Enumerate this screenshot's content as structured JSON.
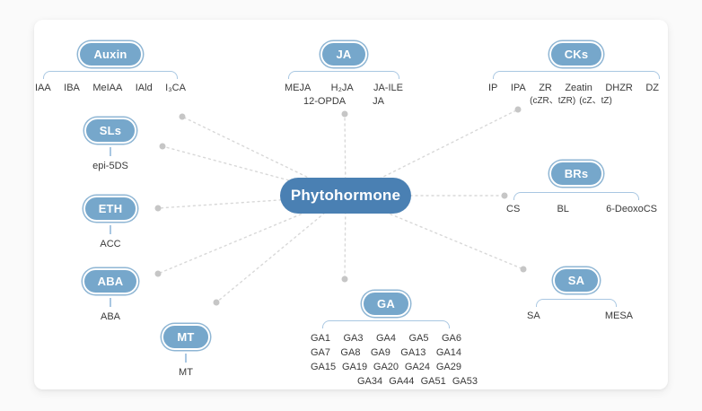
{
  "center": {
    "label": "Phytohormone"
  },
  "colors": {
    "page_bg": "#fafafa",
    "card_bg": "#ffffff",
    "center_fill": "#4a80b3",
    "badge_fill": "#76a7cb",
    "badge_ring": "#8fb6d4",
    "badge_text": "#ffffff",
    "bracket": "#a9c7e2",
    "connector": "#d8d8d8",
    "connector_dot": "#c6c6c6",
    "item_text": "#3a3a3a"
  },
  "groups": {
    "auxin": {
      "label": "Auxin",
      "items": [
        "IAA",
        "IBA",
        "MeIAA",
        "IAld",
        "I₃CA"
      ]
    },
    "ja": {
      "label": "JA",
      "row1": [
        "MEJA",
        "H₂JA",
        "JA-ILE"
      ],
      "row2": [
        "12-OPDA",
        "JA"
      ]
    },
    "cks": {
      "label": "CKs",
      "items": [
        {
          "label": "IP"
        },
        {
          "label": "IPA"
        },
        {
          "label": "ZR",
          "sub": "(cZR、tZR)"
        },
        {
          "label": "Zeatin",
          "sub": "(cZ、tZ)"
        },
        {
          "label": "DHZR"
        },
        {
          "label": "DZ"
        }
      ]
    },
    "sls": {
      "label": "SLs",
      "item": "epi-5DS"
    },
    "eth": {
      "label": "ETH",
      "item": "ACC"
    },
    "aba": {
      "label": "ABA",
      "item": "ABA"
    },
    "mt": {
      "label": "MT",
      "item": "MT"
    },
    "brs": {
      "label": "BRs",
      "items": [
        "CS",
        "BL",
        "6-DeoxoCS"
      ]
    },
    "sa": {
      "label": "SA",
      "items": [
        "SA",
        "MESA"
      ]
    },
    "ga": {
      "label": "GA",
      "rows": [
        [
          "GA1",
          "GA3",
          "GA4",
          "GA5",
          "GA6"
        ],
        [
          "GA7",
          "GA8",
          "GA9",
          "GA13",
          "GA14"
        ],
        [
          "GA15",
          "GA19",
          "GA20",
          "GA24",
          "GA29"
        ],
        [
          "GA34",
          "GA44",
          "GA51",
          "GA53"
        ]
      ]
    }
  }
}
